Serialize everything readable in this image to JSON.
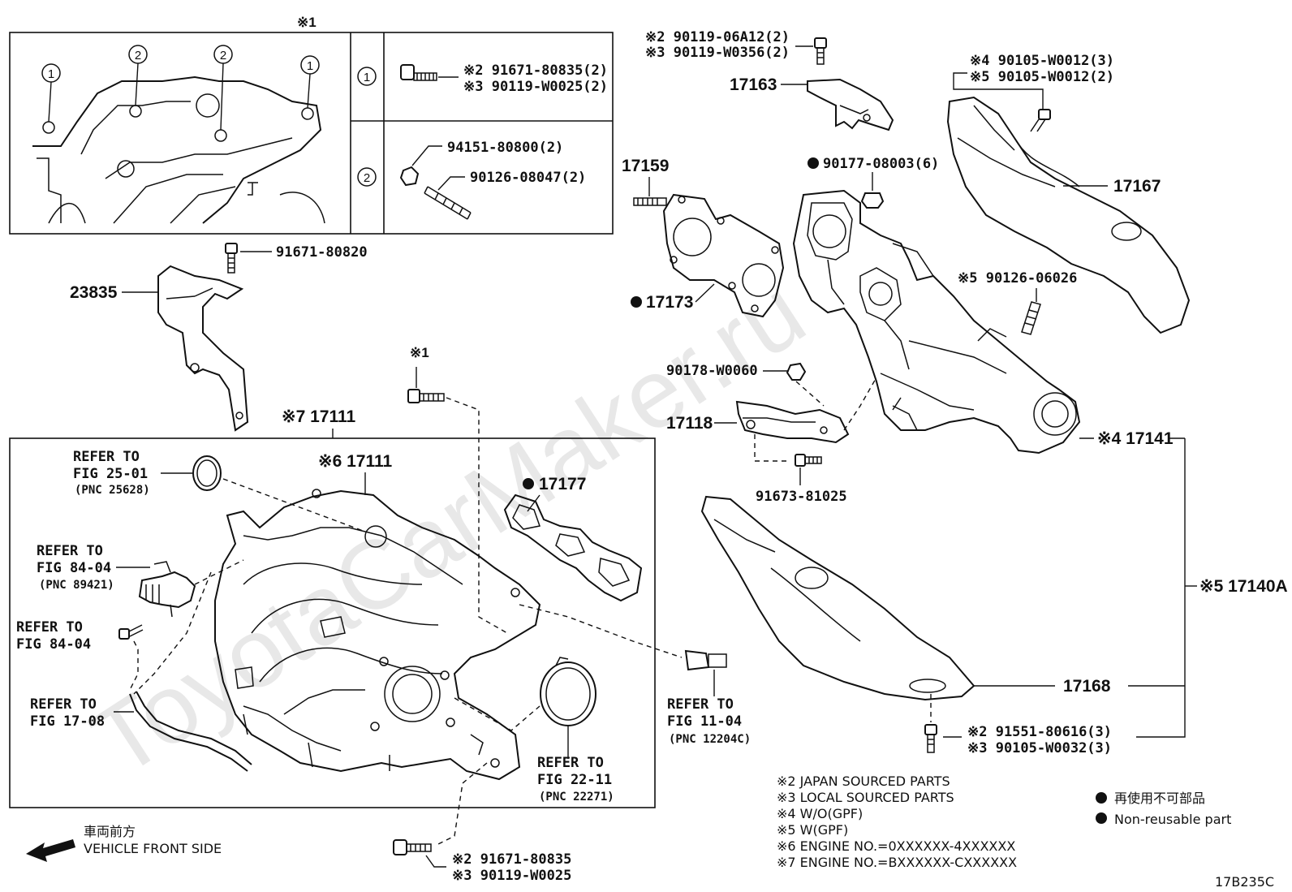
{
  "diagram_code": "17B235C",
  "watermark": "ToyotaCarMaker.ru",
  "detail_box": {
    "mark": "※1",
    "rows": [
      {
        "marker": "1",
        "parts": [
          "※2 91671-80835(2)",
          "※3 90119-W0025(2)"
        ]
      },
      {
        "marker": "2",
        "parts": [
          "94151-80800(2)",
          "90126-08047(2)"
        ]
      }
    ],
    "callouts": [
      "1",
      "2",
      "2",
      "1"
    ]
  },
  "labels": {
    "p91671_80820": "91671-80820",
    "p23835": "23835",
    "top_bolt_a": "※2 90119-06A12(2)",
    "top_bolt_b": "※3 90119-W0356(2)",
    "p17163": "17163",
    "p17159": "17159",
    "p90177": "90177-08003(6)",
    "p17173": "17173",
    "p17167": "17167",
    "bolt4": "※4 90105-W0012(3)",
    "bolt5": "※5 90105-W0012(2)",
    "stud5": "※5 90126-06026",
    "nut": "90178-W0060",
    "p17118": "17118",
    "p91673": "91673-81025",
    "p17141": "※4 17141",
    "p17140a": "※5 17140A",
    "p17168": "17168",
    "bottom_bolt_a": "※2 91551-80616(3)",
    "bottom_bolt_b": "※3 90105-W0032(3)",
    "mark1": "※1",
    "p17111_outer": "※7 17111",
    "p17111_inner": "※6 17111",
    "p17177": "17177",
    "lower_bolt_a": "※2 91671-80835",
    "lower_bolt_b": "※3 90119-W0025"
  },
  "refs": {
    "r1": [
      "REFER TO",
      "FIG 25-01",
      "(PNC 25628)"
    ],
    "r2": [
      "REFER TO",
      "FIG 84-04",
      "(PNC 89421)"
    ],
    "r3": [
      "REFER TO",
      "FIG 84-04"
    ],
    "r4": [
      "REFER TO",
      "FIG 17-08"
    ],
    "r5": [
      "REFER TO",
      "FIG 11-04",
      "(PNC 12204C)"
    ],
    "r6": [
      "REFER TO",
      "FIG 22-11",
      "(PNC 22271)"
    ]
  },
  "direction": {
    "jp": "車両前方",
    "en": "VEHICLE FRONT SIDE"
  },
  "notes": [
    "※2  JAPAN SOURCED PARTS",
    "※3  LOCAL SOURCED PARTS",
    "※4  W/O(GPF)",
    "※5  W(GPF)",
    "※6 ENGINE NO.=0XXXXXX-4XXXXXX",
    "※7 ENGINE NO.=BXXXXXX-CXXXXXX"
  ],
  "legend": {
    "jp": "再使用不可部品",
    "en": "Non-reusable part"
  },
  "colors": {
    "line": "#111111",
    "watermark": "#e8e8e8",
    "background": "#ffffff"
  }
}
